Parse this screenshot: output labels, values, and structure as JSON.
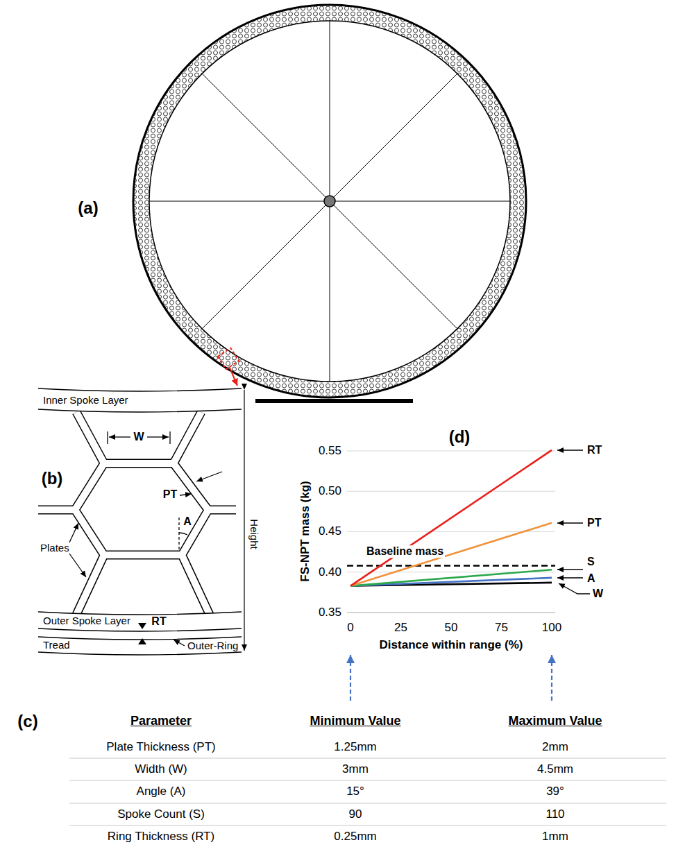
{
  "diagram": {
    "labels": [
      "(a)",
      "Inner Spoke Layer",
      "W",
      "(b)",
      "PT",
      "A",
      "Height",
      "Plates",
      "Outer Spoke Layer",
      "RT",
      "Tread",
      "Outer-Ring",
      "(d)",
      "0.55",
      "0.50",
      "0.45",
      "0.40",
      "0.35",
      "FS-NPT mass (kg)",
      "RT",
      "PT",
      "Baseline mass",
      "S",
      "A",
      "W",
      "0",
      "25",
      "50",
      "75",
      "100",
      "Distance within range (%)",
      "(c)",
      "Parameter",
      "Minimum Value",
      "Maximum Value",
      "Plate Thickness (PT)",
      "1.25mm",
      "2mm",
      "Width (W)",
      "3mm",
      "4.5mm",
      "Angle (A)",
      "15°",
      "39°",
      "Spoke Count (S)",
      "90",
      "110",
      "Ring Thickness (RT)",
      "0.25mm",
      "1mm"
    ]
  }
}
